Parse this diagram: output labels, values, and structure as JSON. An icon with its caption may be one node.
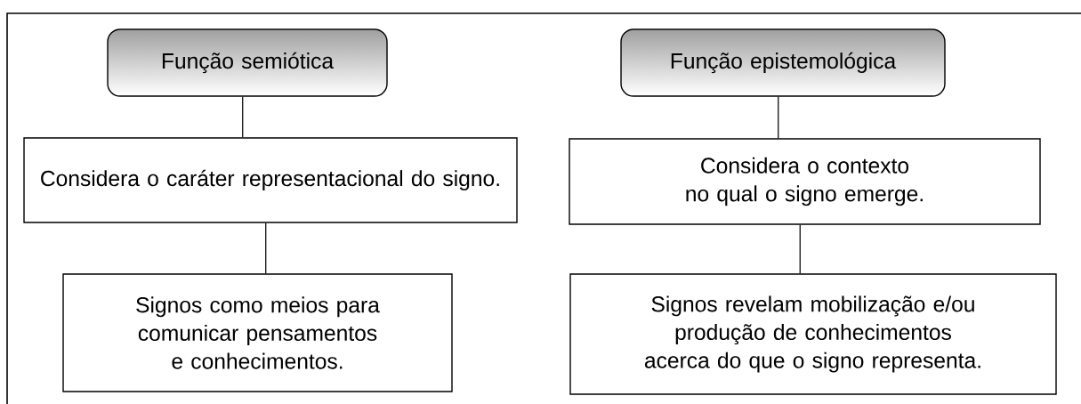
{
  "diagram": {
    "nodes": [
      {
        "text": [
          "Função semiótica"
        ]
      },
      {
        "text": [
          "Considera o caráter representacional do signo."
        ]
      },
      {
        "text": [
          "Signos como meios para comunicar pensamentos e conhecimentos."
        ]
      },
      {
        "text": [
          "Função epistemológica"
        ]
      },
      {
        "text": [
          "Considera o contexto no qual o signo emerge."
        ]
      },
      {
        "text": [
          "Signos revelam mobilização e/ou produção de conhecimentos acerca do que o signo representa."
        ]
      }
    ],
    "edges": [
      {
        "from": 0,
        "to": 1,
        "arrow": "none"
      },
      {
        "from": 1,
        "to": 2,
        "arrow": "none"
      },
      {
        "from": 3,
        "to": 4,
        "arrow": "none"
      },
      {
        "from": 4,
        "to": 5,
        "arrow": "none"
      }
    ]
  }
}
